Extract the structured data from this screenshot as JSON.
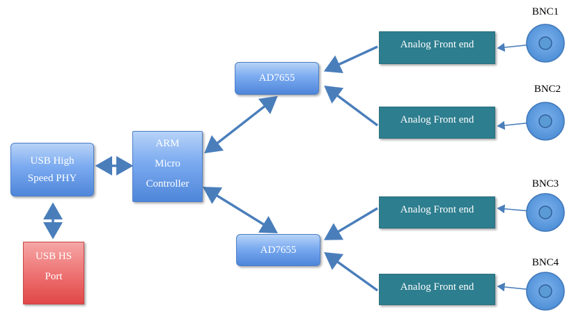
{
  "nodes": {
    "usb_phy": {
      "lines": [
        "USB  High",
        "Speed PHY"
      ]
    },
    "usb_port": {
      "lines": [
        "USB  HS",
        "Port"
      ]
    },
    "arm": {
      "lines": [
        "ARM",
        "Micro",
        "Controller"
      ]
    },
    "adc_top": {
      "label": "AD7655"
    },
    "adc_bottom": {
      "label": "AD7655"
    },
    "afe1": {
      "label": "Analog Front end"
    },
    "afe2": {
      "label": "Analog Front end"
    },
    "afe3": {
      "label": "Analog Front end"
    },
    "afe4": {
      "label": "Analog Front end"
    }
  },
  "connectors": {
    "bnc1": {
      "label": "BNC1"
    },
    "bnc2": {
      "label": "BNC2"
    },
    "bnc3": {
      "label": "BNC3"
    },
    "bnc4": {
      "label": "BNC4"
    }
  },
  "colors": {
    "arrow": "#4a7ebb",
    "node_blue": "#6f9fe8",
    "node_red": "#ee7474",
    "node_teal": "#2d7e8f",
    "connector": "#5b9bd5"
  }
}
